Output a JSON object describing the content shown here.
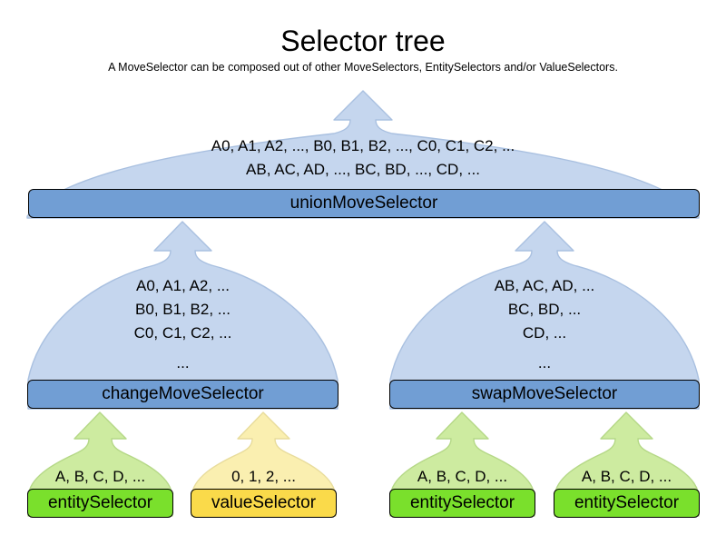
{
  "header": {
    "title": "Selector tree",
    "subtitle": "A MoveSelector can be composed out of other MoveSelectors, EntitySelectors and/or ValueSelectors."
  },
  "colors": {
    "blue_fill": "#c5d6ee",
    "blue_label": "#719ed4",
    "green_fill": "#cdeba0",
    "green_label": "#7ae02c",
    "yellow_fill": "#faefb0",
    "yellow_label": "#fada4a",
    "outline": "#000000",
    "background": "#ffffff"
  },
  "nodes": {
    "union": {
      "label": "unionMoveSelector",
      "kind": "move-selector",
      "color": "blue",
      "lines": [
        "A0, A1, A2, ..., B0, B1, B2, ..., C0, C1, C2, ...",
        "AB, AC, AD, ..., BC, BD, ..., CD, ..."
      ]
    },
    "change": {
      "label": "changeMoveSelector",
      "kind": "move-selector",
      "color": "blue",
      "lines": [
        "A0, A1, A2, ...",
        "B0, B1, B2, ...",
        "C0, C1, C2, ...",
        "..."
      ]
    },
    "swap": {
      "label": "swapMoveSelector",
      "kind": "move-selector",
      "color": "blue",
      "lines": [
        "AB, AC, AD, ...",
        "BC, BD, ...",
        "CD, ...",
        "..."
      ]
    },
    "change_entity": {
      "label": "entitySelector",
      "kind": "entity-selector",
      "color": "green",
      "lines": [
        "A, B, C, D, ..."
      ]
    },
    "change_value": {
      "label": "valueSelector",
      "kind": "value-selector",
      "color": "yellow",
      "lines": [
        "0, 1, 2, ..."
      ]
    },
    "swap_entity_left": {
      "label": "entitySelector",
      "kind": "entity-selector",
      "color": "green",
      "lines": [
        "A, B, C, D, ..."
      ]
    },
    "swap_entity_right": {
      "label": "entitySelector",
      "kind": "entity-selector",
      "color": "green",
      "lines": [
        "A, B, C, D, ..."
      ]
    }
  }
}
